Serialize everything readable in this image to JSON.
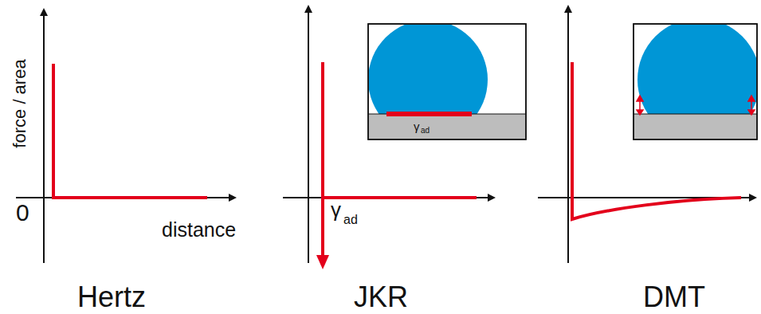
{
  "diagram": {
    "labels": [
      "force / area",
      "0",
      "distance",
      "Hertz",
      "γ",
      "ad",
      "γ",
      "ad",
      "JKR",
      "DMT"
    ]
  }
}
